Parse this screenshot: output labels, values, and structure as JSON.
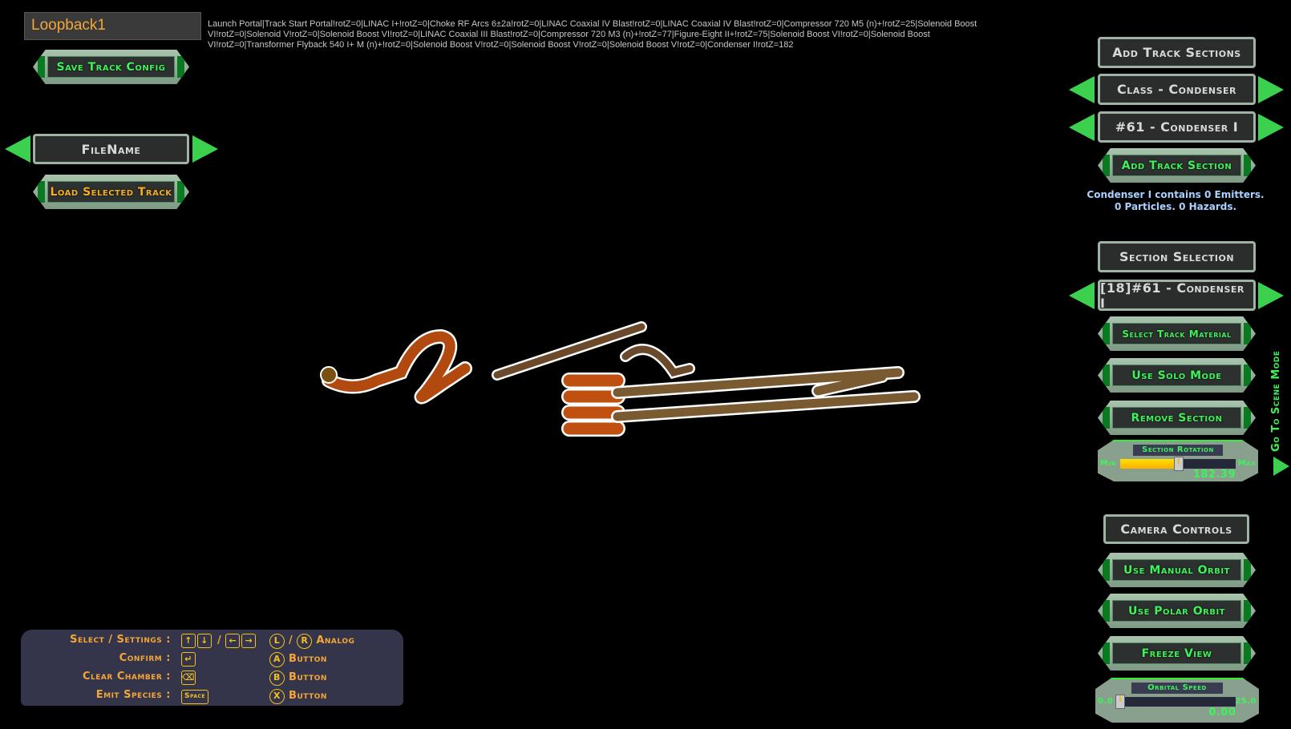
{
  "filename_input": {
    "value": "Loopback1"
  },
  "track_config_text": "Launch Portal|Track Start Portal!rotZ=0|LINAC I+!rotZ=0|Choke RF Arcs 6±2a!rotZ=0|LINAC Coaxial IV Blast!rotZ=0|LINAC Coaxial IV Blast!rotZ=0|Compressor 720 M5 (n)+!rotZ=25|Solenoid Boost VI!rotZ=0|Solenoid V!rotZ=0|Solenoid Boost VI!rotZ=0|LINAC Coaxial III Blast!rotZ=0|Compressor 720 M3 (n)+!rotZ=77|Figure-Eight II+!rotZ=75|Solenoid Boost VI!rotZ=0|Solenoid Boost VI!rotZ=0|Transformer Flyback 540 I+ M (n)+!rotZ=0|Solenoid Boost V!rotZ=0|Solenoid Boost V!rotZ=0|Solenoid Boost V!rotZ=0|Condenser I!rotZ=182",
  "left": {
    "save_label": "Save Track Config",
    "filename_label": "FileName",
    "load_label": "Load Selected Track"
  },
  "right": {
    "add_sections_header": "Add Track Sections",
    "class_selector": "Class - Condenser",
    "item_selector": "#61 - Condenser I",
    "add_section_label": "Add Track Section",
    "section_info_1": "Condenser I contains 0 Emitters.",
    "section_info_2": "0 Particles. 0 Hazards.",
    "section_selection_header": "Section Selection",
    "section_selector": "[18]#61 - Condenser I",
    "select_material_label": "Select Track Material",
    "solo_mode_label": "Use Solo Mode",
    "remove_section_label": "Remove Section",
    "rotation": {
      "title": "Section Rotation",
      "min_label": "Min",
      "max_label": "Max",
      "value": "182.39",
      "fraction": 0.507
    },
    "camera_header": "Camera Controls",
    "manual_orbit_label": "Use Manual Orbit",
    "polar_orbit_label": "Use Polar Orbit",
    "freeze_label": "Freeze View",
    "orbital_speed": {
      "title": "Orbital Speed",
      "min_label": "0.0",
      "max_label": "25.0",
      "value": "0.00",
      "fraction": 0
    },
    "scene_mode_label": "Go To Scene Mode"
  },
  "help": {
    "rows": [
      {
        "label": "Select / Settings :",
        "keys": [
          "↑",
          "↓"
        ],
        "sep": "/",
        "keys2": [
          "←",
          "→"
        ],
        "pad": [
          "L",
          "R"
        ],
        "pad_sep": "/",
        "action": "Analog"
      },
      {
        "label": "Confirm :",
        "keys": [
          "↵"
        ],
        "pad": [
          "A"
        ],
        "action": "Button"
      },
      {
        "label": "Clear Chamber :",
        "keys": [
          "⌫"
        ],
        "pad": [
          "B"
        ],
        "action": "Button"
      },
      {
        "label": "Emit Species :",
        "keys": [
          "Space"
        ],
        "pad": [
          "X"
        ],
        "action": "Button"
      }
    ]
  },
  "colors": {
    "accent_green": "#3ef35a",
    "label_orange": "#f4a637"
  }
}
